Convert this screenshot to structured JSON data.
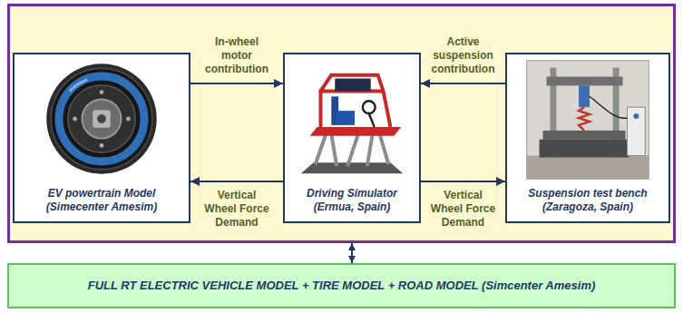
{
  "diagram": {
    "nodes": [
      {
        "text": []
      },
      {
        "text": [
          "EV powertrain Model (Simecenter Amesim)"
        ],
        "in": 0
      },
      {
        "text": [
          "Driving Simulator (Ermua, Spain)"
        ],
        "in": 0
      },
      {
        "text": [
          "Suspension test bench (Zaragoza, Spain)"
        ],
        "in": 0
      },
      {
        "text": [
          "FULL RT ELECTRIC VEHICLE MODEL + TIRE MODEL + ROAD MODEL (Simcenter Amesim)"
        ]
      }
    ],
    "edges": [
      {
        "from": 1,
        "to": 2,
        "arrow": "to",
        "label": "In-wheel motor contribution"
      },
      {
        "from": 2,
        "to": 1,
        "arrow": "to",
        "label": "Vertical Wheel Force Demand"
      },
      {
        "from": 3,
        "to": 2,
        "arrow": "to",
        "label": "Active suspension contribution"
      },
      {
        "from": 2,
        "to": 3,
        "arrow": "to",
        "label": "Vertical Wheel Force Demand"
      },
      {
        "from": 0,
        "to": 4,
        "arrow": "both"
      }
    ]
  }
}
